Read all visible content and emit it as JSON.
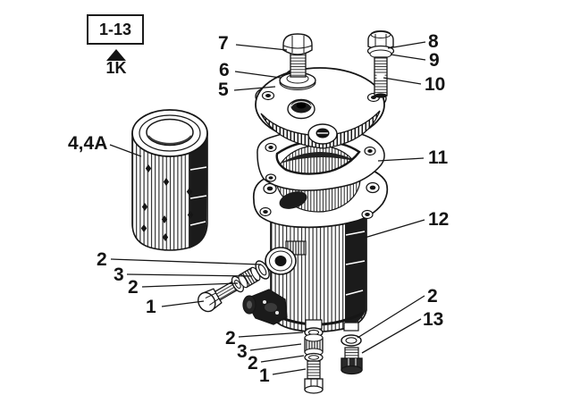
{
  "figure": {
    "kind": "exploded-parts-diagram",
    "ink_color": "#161616",
    "paper_color": "#ffffff",
    "shade_color": "#1b1b1b"
  },
  "reference_key": {
    "range_label": "1-13",
    "pointer_icon": "up-triangle",
    "pointer_symbol": "▲",
    "code": "1K"
  },
  "callouts": [
    {
      "text": "7"
    },
    {
      "text": "6"
    },
    {
      "text": "5"
    },
    {
      "text": "8"
    },
    {
      "text": "9"
    },
    {
      "text": "10"
    },
    {
      "text": "4,4A"
    },
    {
      "text": "11"
    },
    {
      "text": "12"
    },
    {
      "text": "2"
    },
    {
      "text": "3"
    },
    {
      "text": "2"
    },
    {
      "text": "1"
    },
    {
      "text": "2"
    },
    {
      "text": "3"
    },
    {
      "text": "2"
    },
    {
      "text": "1"
    },
    {
      "text": "2"
    },
    {
      "text": "13"
    }
  ]
}
